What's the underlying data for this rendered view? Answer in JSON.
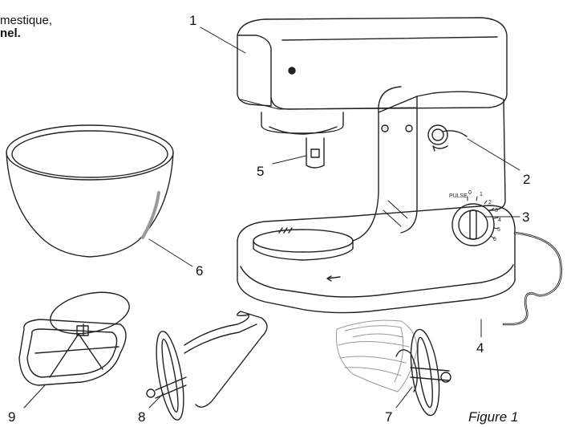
{
  "header_text": {
    "line1": "mestique,",
    "line2": "nel."
  },
  "callouts": [
    {
      "number": "1",
      "target": "mixer-head"
    },
    {
      "number": "2",
      "target": "head-release-lever"
    },
    {
      "number": "3",
      "target": "speed-dial"
    },
    {
      "number": "4",
      "target": "power-cord"
    },
    {
      "number": "5",
      "target": "attachment-shaft"
    },
    {
      "number": "6",
      "target": "mixing-bowl"
    },
    {
      "number": "7",
      "target": "whisk"
    },
    {
      "number": "8",
      "target": "dough-hook"
    },
    {
      "number": "9",
      "target": "flat-beater"
    }
  ],
  "speed_dial": {
    "pulse_label": "PULSE",
    "settings": [
      "0",
      "1",
      "2",
      "3",
      "4",
      "5",
      "6"
    ]
  },
  "figure_caption": "Figure 1"
}
